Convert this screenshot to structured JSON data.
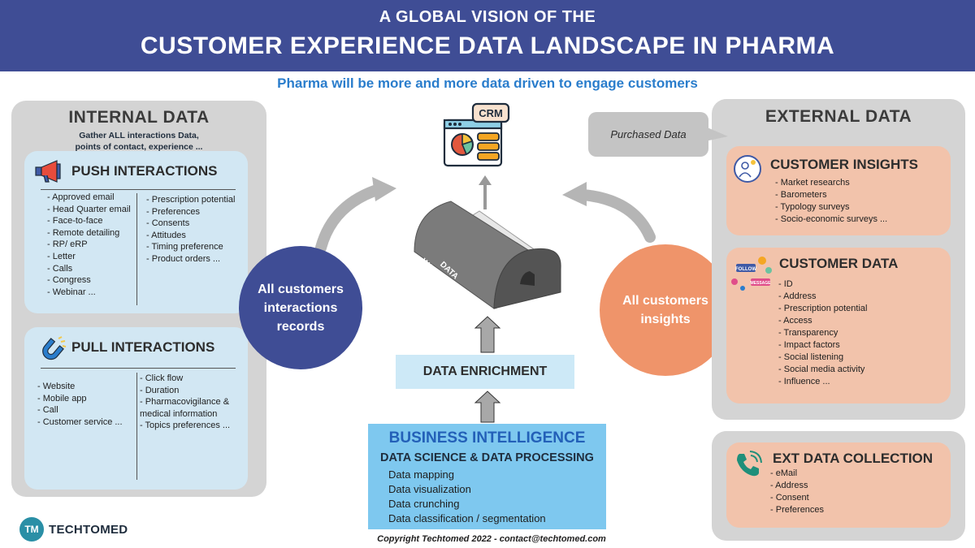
{
  "header": {
    "title_line1": "A GLOBAL VISION OF THE",
    "title_line2": "CUSTOMER EXPERIENCE DATA LANDSCAPE IN PHARMA",
    "subtitle": "Pharma will be more and more data driven to engage customers"
  },
  "internal": {
    "title": "INTERNAL DATA",
    "description_line1": "Gather ALL interactions Data,",
    "description_line2": "points of contact, experience ...",
    "push": {
      "title": "PUSH INTERACTIONS",
      "left_items": [
        "Approved email",
        "Head Quarter email",
        "Face-to-face",
        "Remote detailing",
        "RP/ eRP",
        "Letter",
        "Calls",
        "Congress",
        "Webinar ..."
      ],
      "right_items": [
        "Prescription potential",
        "Preferences",
        "Consents",
        "Attitudes",
        "Timing preference",
        "Product orders ..."
      ]
    },
    "pull": {
      "title": "PULL INTERACTIONS",
      "left_items": [
        "Website",
        "Mobile app",
        "Call",
        "Customer service ..."
      ],
      "right_items": [
        "Click flow",
        "Duration",
        "Pharmacovigilance & medical information",
        "Topics preferences ..."
      ]
    }
  },
  "center": {
    "crm_label": "CRM",
    "warehouse_line1": "DATA",
    "warehouse_line2": "WAREHOUSE",
    "left_circle": [
      "All customers",
      "interactions",
      "records"
    ],
    "right_circle": [
      "All customers",
      "insights"
    ],
    "enrichment": "DATA ENRICHMENT",
    "bi_title": "BUSINESS INTELLIGENCE",
    "bi_subtitle": "DATA SCIENCE & DATA PROCESSING",
    "bi_items": [
      "Data mapping",
      "Data visualization",
      "Data crunching",
      "Data classification / segmentation"
    ]
  },
  "external": {
    "title": "EXTERNAL DATA",
    "purchased": "Purchased Data",
    "insights": {
      "title": "CUSTOMER INSIGHTS",
      "items": [
        "Market researchs",
        "Barometers",
        "Typology surveys",
        "Socio-economic surveys ..."
      ]
    },
    "customer_data": {
      "title": "CUSTOMER DATA",
      "items": [
        "ID",
        "Address",
        "Prescription potential",
        "Access",
        "Transparency",
        "Impact factors",
        "Social listening",
        "Social media activity",
        "Influence ..."
      ],
      "icon_words": [
        "FOLLOW",
        "MESSAGE"
      ]
    },
    "collection": {
      "title": "EXT DATA COLLECTION",
      "items": [
        "eMail",
        "Address",
        "Consent",
        "Preferences"
      ]
    }
  },
  "footer": {
    "copyright": "Copyright Techtomed 2022 - contact@techtomed.com",
    "logo_mark": "TM",
    "logo_text": "TECHTOMED"
  },
  "colors": {
    "header_bg": "#3f4d95",
    "subtitle": "#2a7dcc",
    "internal_card": "#d2e7f3",
    "external_card": "#f2c3ab",
    "left_circle": "#3f4d95",
    "right_circle": "#ef946a",
    "bi_box": "#7ec8ef",
    "enrichment_box": "#cde9f7"
  }
}
